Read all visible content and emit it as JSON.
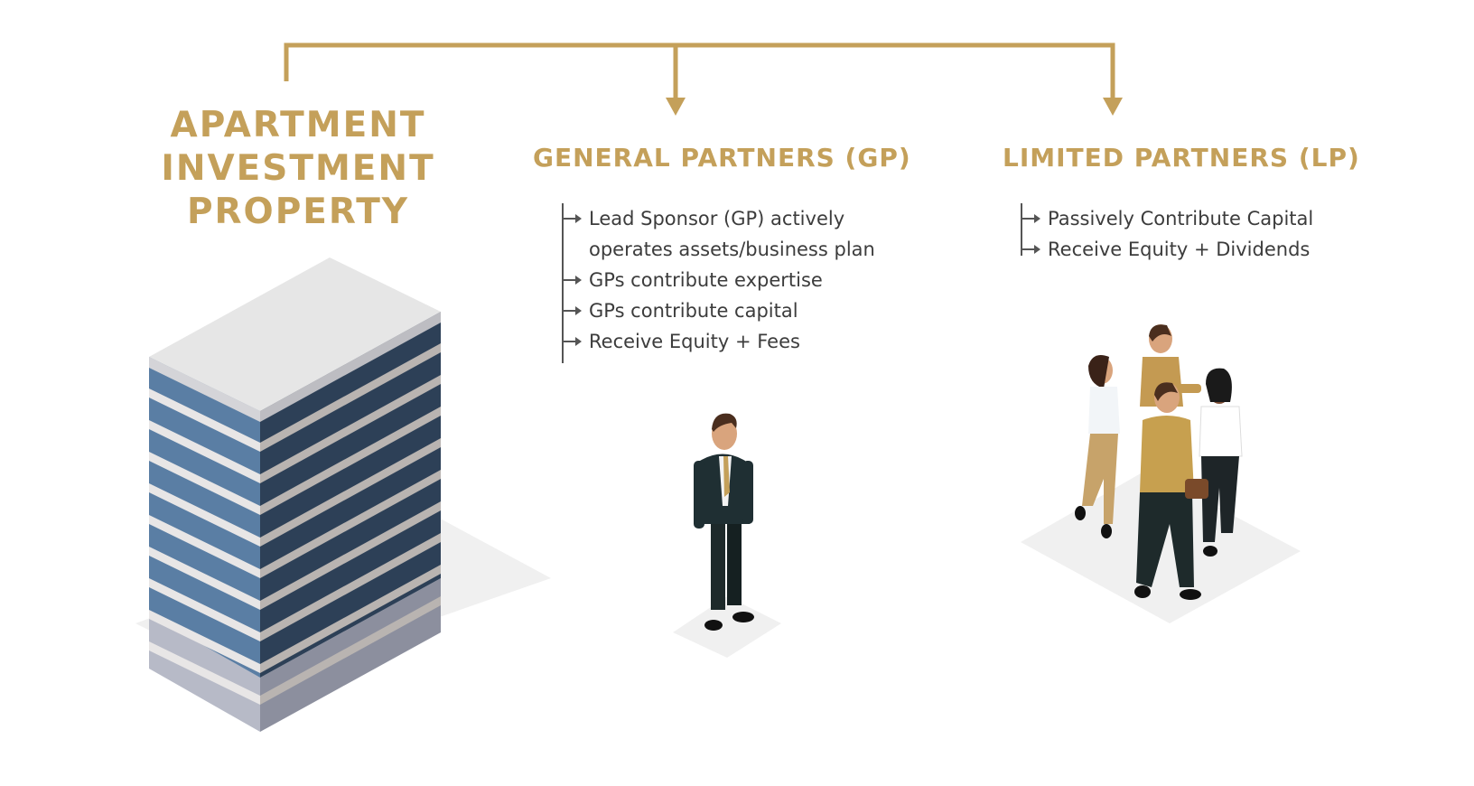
{
  "colors": {
    "accent": "#c4a05a",
    "text": "#3c3c3c"
  },
  "property": {
    "title_lines": [
      "APARTMENT",
      "INVESTMENT",
      "PROPERTY"
    ]
  },
  "gp": {
    "title": "GENERAL PARTNERS (GP)",
    "items": [
      {
        "label": "Lead Sponsor (GP) actively operates assets/business plan"
      },
      {
        "label": "GPs contribute expertise"
      },
      {
        "label": "GPs contribute capital"
      },
      {
        "label": "Receive Equity + Fees"
      }
    ]
  },
  "lp": {
    "title": "LIMITED PARTNERS (LP)",
    "items": [
      {
        "label": "Passively Contribute Capital"
      },
      {
        "label": "Receive Equity + Dividends"
      }
    ]
  },
  "illustrations": {
    "building": "apartment-building-icon",
    "gp": "businessman-icon",
    "lp": "investor-group-icon"
  }
}
